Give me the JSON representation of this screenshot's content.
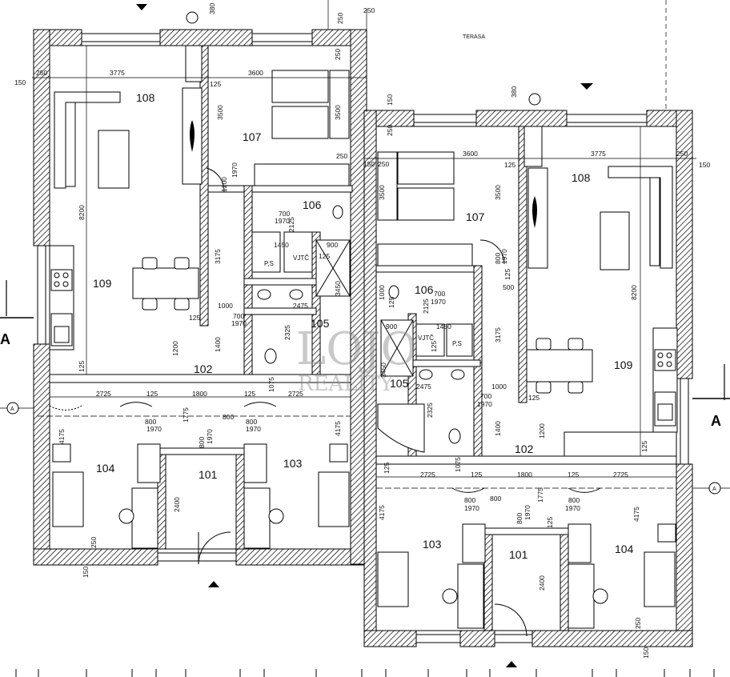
{
  "rooms": {
    "left": {
      "r101": "101",
      "r102": "102",
      "r103": "103",
      "r104": "104",
      "r105": "105",
      "r106": "106",
      "r107": "107",
      "r108": "108",
      "r109": "109"
    },
    "right": {
      "r101": "101",
      "r102": "102",
      "r103": "103",
      "r104": "104",
      "r105": "105",
      "r106": "106",
      "r107": "107",
      "r108": "108",
      "r109": "109"
    }
  },
  "labels": {
    "terasa": "TERASA",
    "section_a": "A",
    "axis_a": "A",
    "ps": "P,S",
    "vjtc": "VJTČ"
  },
  "watermark": {
    "line1": "LOJO",
    "line2": "REALITY"
  },
  "dims": {
    "d3775": "3775",
    "d3600": "3600",
    "d3500": "3500",
    "d8200": "8200",
    "d150": "150",
    "d250": "250",
    "d380": "380",
    "d125": "125",
    "d2725": "2725",
    "d1800": "1800",
    "d4175": "4175",
    "d2400": "2400",
    "d1200": "1200",
    "d1400": "1400",
    "d1000": "1000",
    "d700": "700",
    "d1970": "1970",
    "d800": "800",
    "d1775": "1775",
    "d1450": "1450",
    "d900": "900",
    "d2125": "2125",
    "d2325": "2325",
    "d2475": "2475",
    "d3175": "3175",
    "d3450": "3450",
    "d1075": "1075",
    "d500": "500"
  }
}
